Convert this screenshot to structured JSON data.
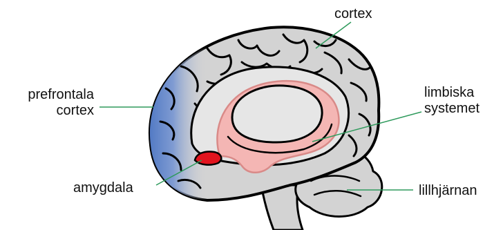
{
  "labels": {
    "cortex": "cortex",
    "prefrontal_line1": "prefrontala",
    "prefrontal_line2": "cortex",
    "limbic_line1": "limbiska",
    "limbic_line2": "systemet",
    "amygdala": "amygdala",
    "cerebellum": "lillhjärnan"
  },
  "colors": {
    "leader_line": "#2e9a5c",
    "brain_fill": "#d3d3d3",
    "outline": "#000000",
    "prefrontal_highlight": "#4a74c2",
    "limbic_fill": "#f4b6b4",
    "limbic_outline": "#d98a88",
    "amygdala_fill": "#e2141e",
    "inner_fill": "#e6e6e6"
  }
}
